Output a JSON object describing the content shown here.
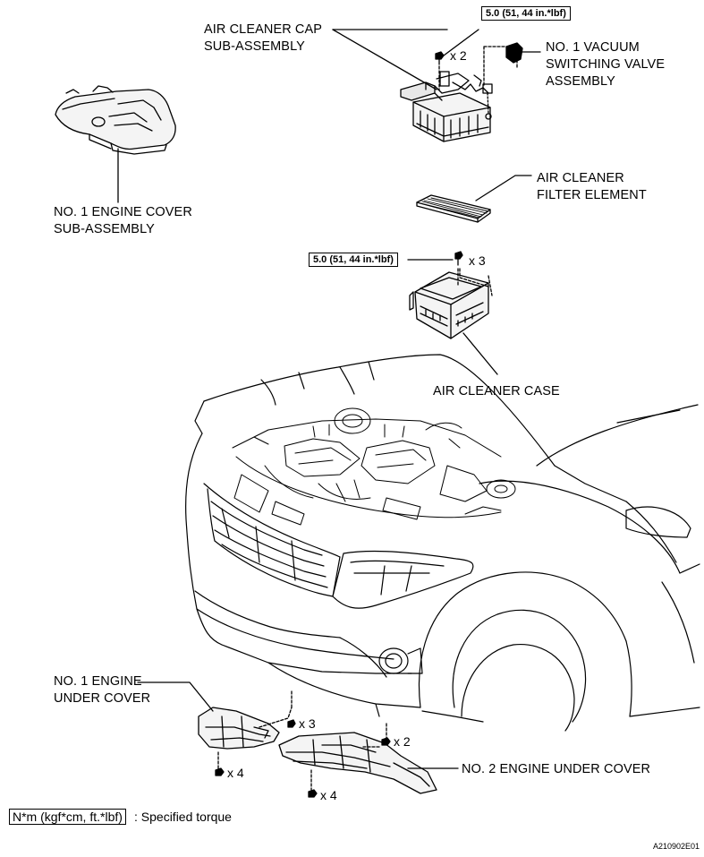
{
  "labels": {
    "air_cleaner_cap": "AIR CLEANER CAP\nSUB-ASSEMBLY",
    "vacuum_valve": "NO. 1 VACUUM\nSWITCHING VALVE\nASSEMBLY",
    "engine_cover": "NO. 1 ENGINE COVER\nSUB-ASSEMBLY",
    "filter_element": "AIR CLEANER\nFILTER ELEMENT",
    "air_cleaner_case": "AIR CLEANER CASE",
    "under_cover_1": "NO. 1 ENGINE\nUNDER COVER",
    "under_cover_2": "NO. 2 ENGINE UNDER COVER"
  },
  "torque": {
    "cap": "5.0 (51, 44 in.*lbf)",
    "case": "5.0 (51, 44 in.*lbf)"
  },
  "quantities": {
    "cap_bolts": "x 2",
    "case_bolts": "x 3",
    "cover1_top": "x 3",
    "cover2_right": "x 2",
    "cover1_bottom": "x 4",
    "cover2_bottom": "x 4"
  },
  "legend": {
    "box": "N*m (kgf*cm, ft.*lbf)",
    "text": ": Specified torque"
  },
  "figure_code": "A210902E01"
}
